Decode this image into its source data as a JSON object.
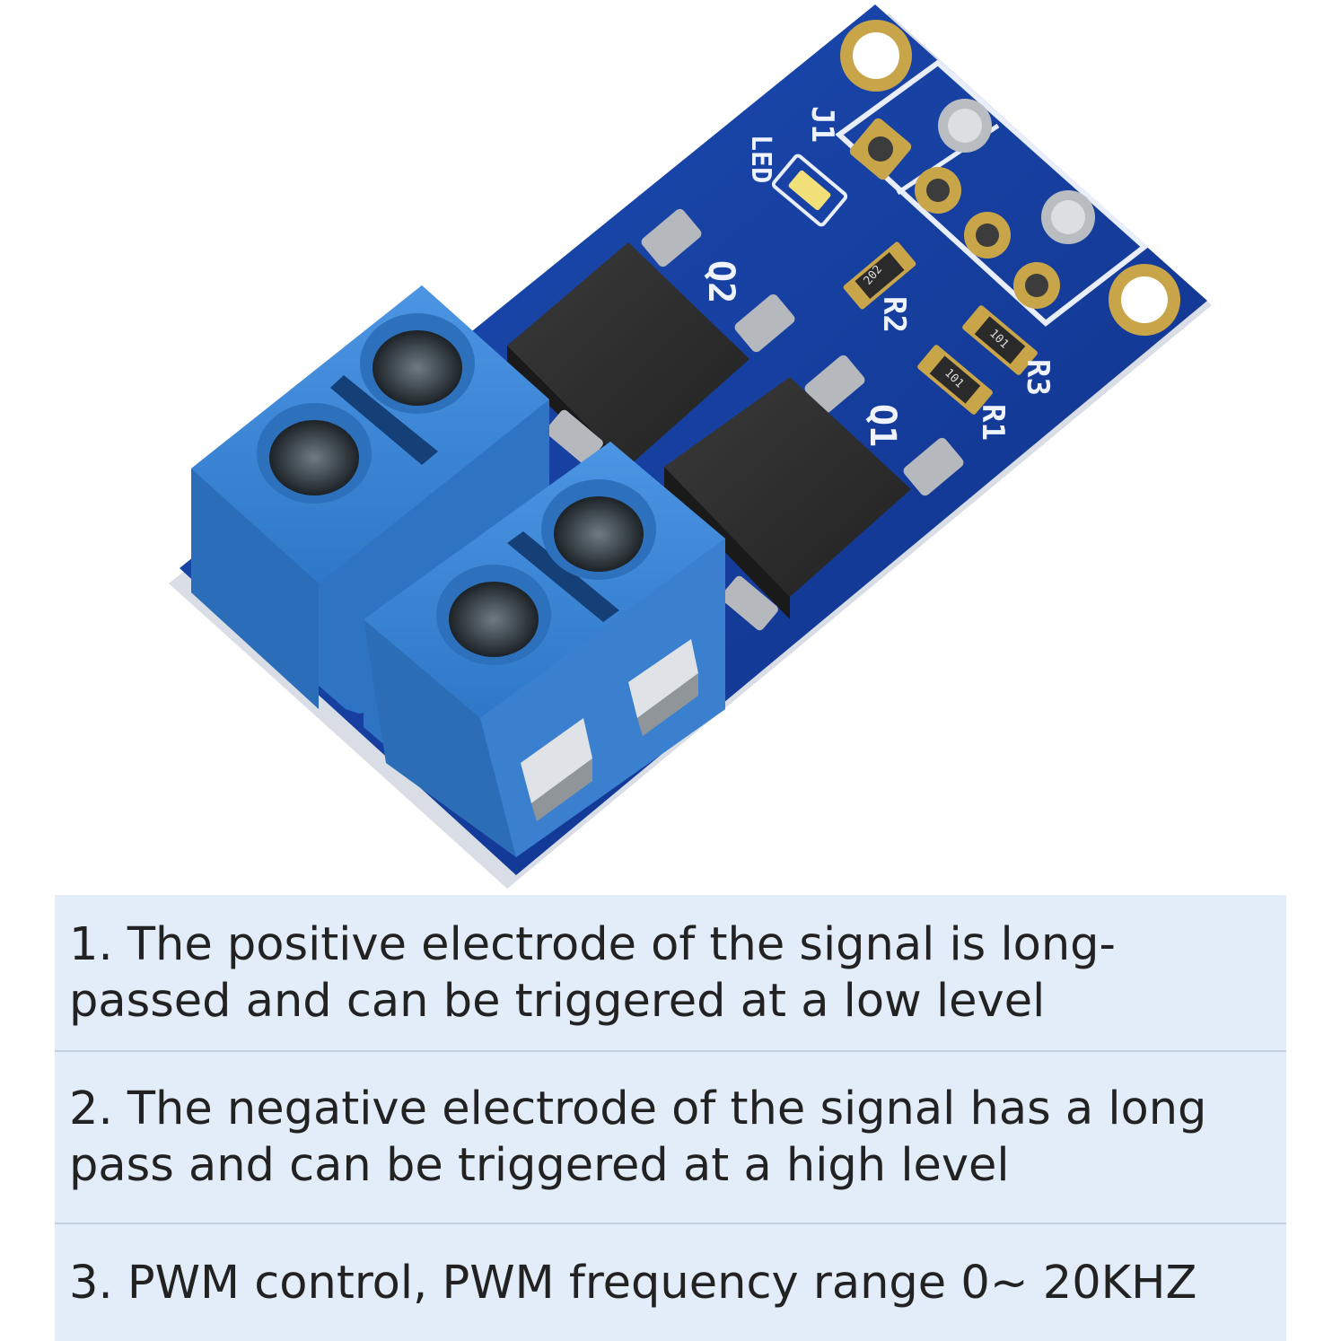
{
  "product_photo": {
    "board_color": "#143c9e",
    "terminal_color": "#3d86d6",
    "mosfet_color": "#2e2e2e",
    "silkscreen": {
      "j1": "J1",
      "led": "LED",
      "q1": "Q1",
      "q2": "Q2",
      "r1": "R1",
      "r2": "R2",
      "r3": "R3",
      "r1_code": "101",
      "r2_code": "202",
      "r3_code": "101"
    }
  },
  "features": [
    {
      "text": "1. The positive electrode of the signal is long-passed and can be triggered at a low level"
    },
    {
      "text": "2. The negative electrode of the signal has a long pass and can be triggered at a high level"
    },
    {
      "text": "3. PWM control, PWM frequency range 0~ 20KHZ"
    }
  ],
  "colors": {
    "feature_panel": "#e3ecf9",
    "feature_text": "#222222",
    "divider": "#c3cfdf"
  }
}
